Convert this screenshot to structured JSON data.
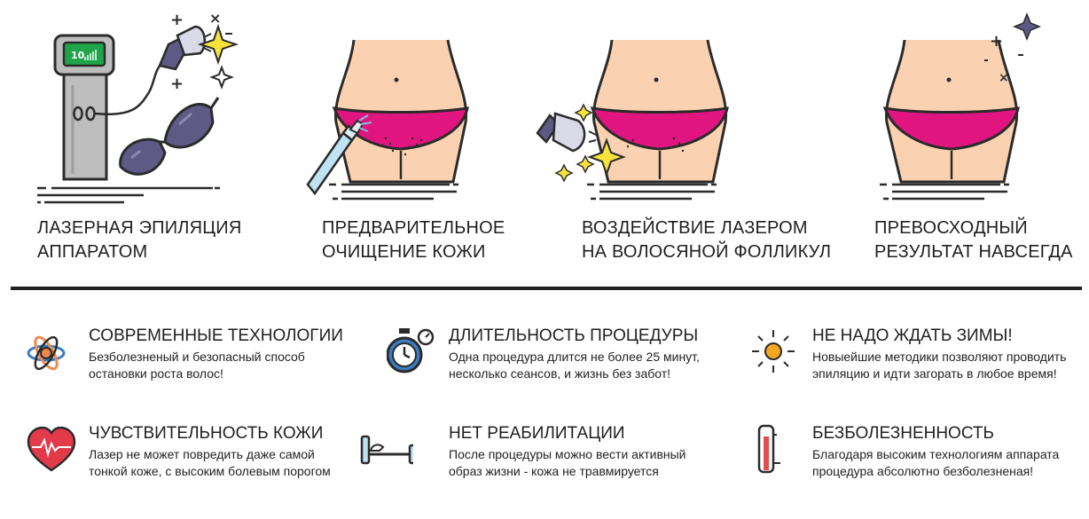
{
  "steps": [
    {
      "line1": "ЛАЗЕРНАЯ ЭПИЛЯЦИЯ",
      "line2": "АППАРАТОМ",
      "device_display": "10"
    },
    {
      "line1": "ПРЕДВАРИТЕЛЬНОЕ",
      "line2": "ОЧИЩЕНИЕ КОЖИ"
    },
    {
      "line1": "ВОЗДЕЙСТВИЕ ЛАЗЕРОМ",
      "line2": "НА ВОЛОСЯНОЙ ФОЛЛИКУЛ"
    },
    {
      "line1": "ПРЕВОСХОДНЫЙ",
      "line2": "РЕЗУЛЬТАТ НАВСЕГДА"
    }
  ],
  "features": [
    {
      "icon": "atom-icon",
      "title": "СОВРЕМЕННЫЕ ТЕХНОЛОГИИ",
      "desc1": "Безболезненый и безопасный способ",
      "desc2": "остановки роста волос!"
    },
    {
      "icon": "stopwatch-icon",
      "title": "ДЛИТЕЛЬНОСТЬ ПРОЦЕДУРЫ",
      "desc1": "Одна процедура длится не более 25 минут,",
      "desc2": "несколько сеансов, и жизнь без забот!"
    },
    {
      "icon": "sun-icon",
      "title": "НЕ НАДО ЖДАТЬ ЗИМЫ!",
      "desc1": "Новыейшие методики позволяют проводить",
      "desc2": "эпиляцию и идти загорать в любое время!"
    },
    {
      "icon": "heart-pulse-icon",
      "title": "ЧУВСТВИТЕЛЬНОСТЬ КОЖИ",
      "desc1": "Лазер не может повредить даже самой",
      "desc2": "тонкой коже, с высоким болевым порогом"
    },
    {
      "icon": "bed-icon",
      "title": "НЕТ РЕАБИЛИТАЦИИ",
      "desc1": "После процедуры можно вести активный",
      "desc2": "образ жизни - кожа не травмируется"
    },
    {
      "icon": "thermometer-icon",
      "title": "БЕЗБОЛЕЗНЕННОСТЬ",
      "desc1": "Благодаря высоким технологиям аппарата",
      "desc2": "процедура абсолютно безболезненая!"
    }
  ],
  "colors": {
    "underwear": "#e0157f",
    "skin": "#fbd2b1",
    "outline": "#2b2b2b",
    "device_gray": "#bdbdbd",
    "screen_green": "#1fa44a",
    "sparkle_yellow": "#f7e33a",
    "lens_purple": "#5e5a86",
    "spray_blue": "#bfe3f4",
    "atom_orange": "#f1884a",
    "stopwatch_blue": "#3a7bc1",
    "sun_orange": "#f5a623",
    "heart_red": "#e33a4a",
    "thermo_red": "#e04e4e"
  }
}
